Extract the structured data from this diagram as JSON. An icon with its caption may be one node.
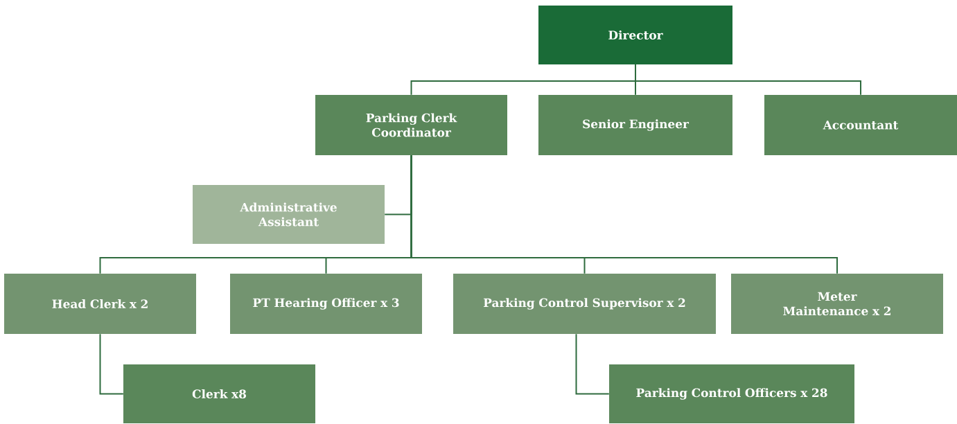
{
  "diagram": {
    "nodes": [
      {
        "text": [
          "Director"
        ]
      },
      {
        "text": [
          "Parking Clerk Coordinator"
        ]
      },
      {
        "text": [
          "Senior Engineer"
        ]
      },
      {
        "text": [
          "Accountant"
        ]
      },
      {
        "text": [
          "Administrative Assistant"
        ]
      },
      {
        "text": [
          "Head Clerk x 2"
        ]
      },
      {
        "text": [
          "PT Hearing Officer x 3"
        ]
      },
      {
        "text": [
          "Parking Control Supervisor x 2"
        ]
      },
      {
        "text": [
          "Meter Maintenance x 2"
        ]
      },
      {
        "text": [
          "Clerk x8"
        ]
      },
      {
        "text": [
          "Parking Control Officers x 28"
        ]
      }
    ],
    "edges": [
      {
        "from": 0,
        "to": 1,
        "arrow": "none"
      },
      {
        "from": 0,
        "to": 2,
        "arrow": "none"
      },
      {
        "from": 0,
        "to": 3,
        "arrow": "none"
      },
      {
        "from": 1,
        "to": 4,
        "arrow": "none"
      },
      {
        "from": 1,
        "to": 5,
        "arrow": "none"
      },
      {
        "from": 1,
        "to": 6,
        "arrow": "none"
      },
      {
        "from": 1,
        "to": 7,
        "arrow": "none"
      },
      {
        "from": 1,
        "to": 8,
        "arrow": "none"
      },
      {
        "from": 5,
        "to": 9,
        "arrow": "none"
      },
      {
        "from": 7,
        "to": 10,
        "arrow": "none"
      }
    ]
  }
}
